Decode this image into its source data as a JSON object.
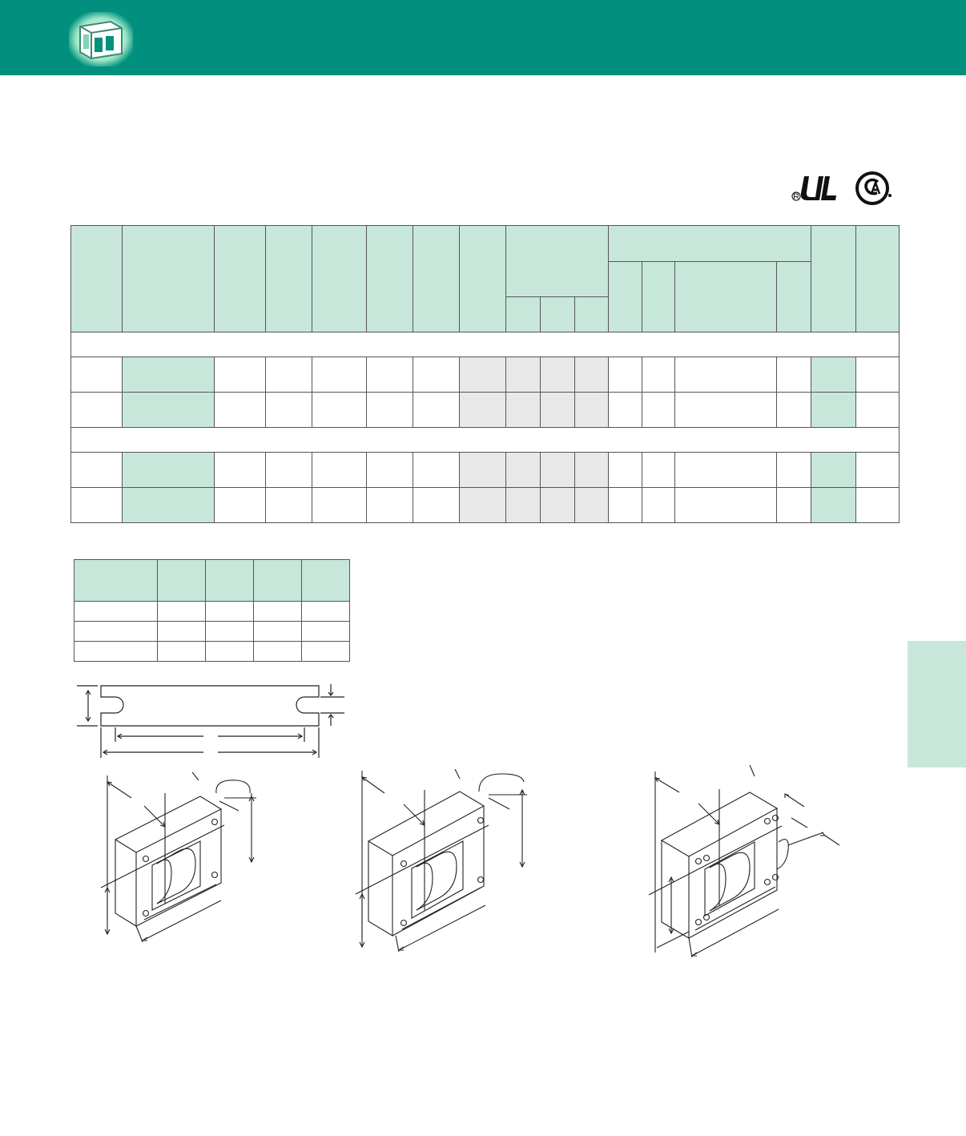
{
  "header": {
    "brand_color": "#00907d",
    "logo_icon": "transformer-logo-icon"
  },
  "certifications": {
    "ul_icon": "ul-recognized-icon",
    "csa_icon": "csa-certified-icon"
  },
  "colors": {
    "header_fill": "#c8e7db",
    "highlight_fill": "#c8e7db",
    "shade_fill": "#e8e8e8"
  },
  "spec_table": {
    "sections": [
      {
        "rows": 2
      },
      {
        "rows": 2
      }
    ]
  },
  "dimension_table": {
    "rows": 3
  },
  "drawings": [
    "mounting-plate-outline",
    "ballast-core-coil-front",
    "ballast-core-coil-middle",
    "ballast-core-coil-right"
  ]
}
